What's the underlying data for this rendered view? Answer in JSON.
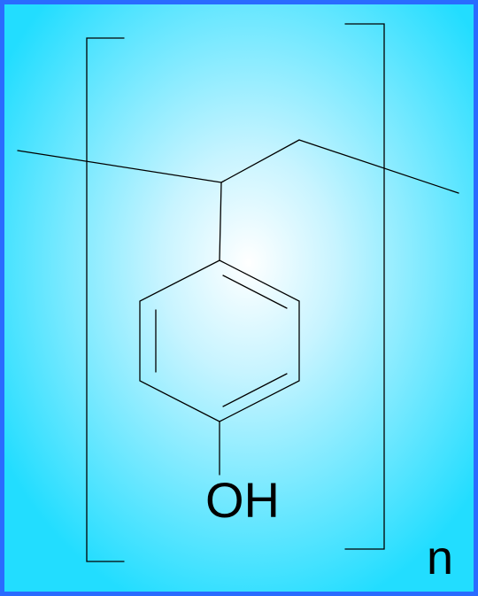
{
  "diagram": {
    "type": "chemical-structure",
    "labels": {
      "hydroxyl": "OH",
      "repeat_subscript": "n"
    },
    "colors": {
      "border": "#2a6bff",
      "background_edge": "#22ddff",
      "background_center": "#ffffff",
      "bond": "#000000",
      "text": "#000000"
    }
  }
}
